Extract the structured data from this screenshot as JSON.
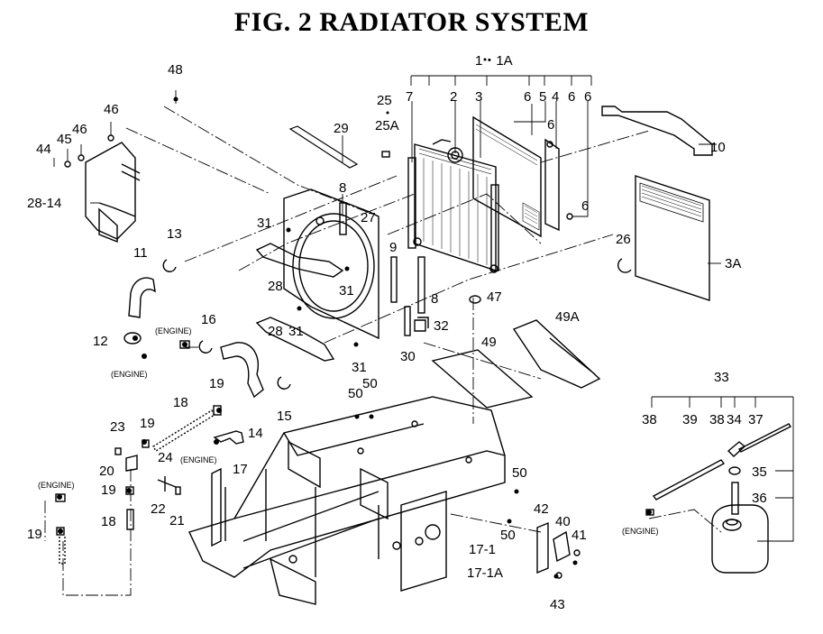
{
  "title": "FIG.  2  RADIATOR SYSTEM",
  "callouts": {
    "c1_1A": "1・1A",
    "c2": "2",
    "c3": "3",
    "c3A": "3A",
    "c4": "4",
    "c5": "5",
    "c6": "6",
    "c7": "7",
    "c8": "8",
    "c9": "9",
    "c10": "10",
    "c11": "11",
    "c12": "12",
    "c13": "13",
    "c14": "14",
    "c15": "15",
    "c16": "16",
    "c17": "17",
    "c17_1": "17-1",
    "c17_1A": "17-1A",
    "c18": "18",
    "c19": "19",
    "c20": "20",
    "c21": "21",
    "c22": "22",
    "c23": "23",
    "c24": "24",
    "c25": "25",
    "c25A": "25A",
    "c26": "26",
    "c27": "27",
    "c28": "28",
    "c28_14": "28-14",
    "c29": "29",
    "c30": "30",
    "c31": "31",
    "c32": "32",
    "c33": "33",
    "c34": "34",
    "c35": "35",
    "c36": "36",
    "c37": "37",
    "c38": "38",
    "c39": "39",
    "c40": "40",
    "c41": "41",
    "c42": "42",
    "c43": "43",
    "c44": "44",
    "c45": "45",
    "c46": "46",
    "c47": "47",
    "c48": "48",
    "c49": "49",
    "c49A": "49A",
    "c50": "50"
  },
  "engine_label": "(ENGINE)"
}
